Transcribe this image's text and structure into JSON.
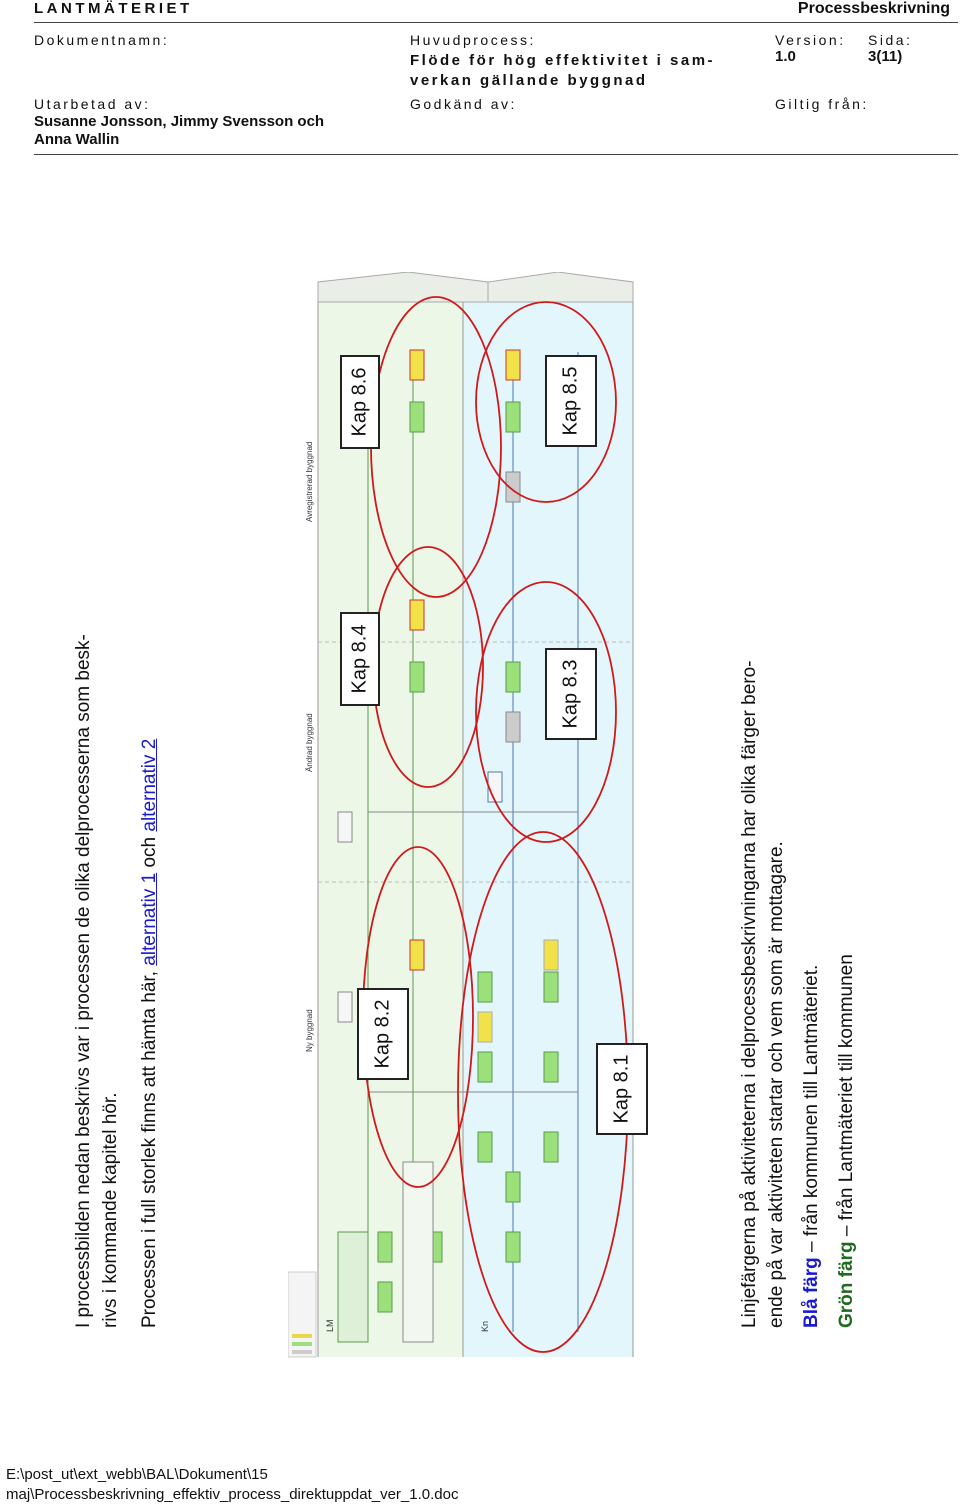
{
  "header": {
    "org": "LANTMÄTERIET",
    "doc_type": "Processbeskrivning",
    "doc_name_label": "Dokumentnamn:",
    "process_label": "Huvudprocess:",
    "process_line1": "Flöde för hög effektivitet i sam-",
    "process_line2": "verkan gällande byggnad",
    "version_label": "Version:",
    "version_value": "1.0",
    "page_label": "Sida:",
    "page_value": "3(11)",
    "prepared_label": "Utarbetad av:",
    "prepared_line1": "Susanne Jonsson, Jimmy Svensson och",
    "prepared_line2": "Anna Wallin",
    "approved_label": "Godkänd av:",
    "valid_label": "Giltig från:"
  },
  "intro": {
    "line1": "I processbilden nedan beskrivs var i processen de olika delprocesserna som besk-",
    "line2": "rivs i kommande kapitel hör.",
    "line3_prefix": "Processen i full storlek finns att hämta här, ",
    "link1": "alternativ 1",
    "line3_mid": " och ",
    "link2": "alternativ 2"
  },
  "diagram": {
    "swimlanes": [
      "Ny byggnad",
      "Ändrad byggnad",
      "Avregistrerad byggnad"
    ],
    "lanes": [
      "LM",
      "Kn"
    ],
    "kap_labels": [
      "Kap 8.1",
      "Kap 8.2",
      "Kap 8.3",
      "Kap 8.4",
      "Kap 8.5",
      "Kap 8.6"
    ]
  },
  "notes": {
    "line1": "Linjefärgerna på aktiviteterna i delprocessbeskrivningarna har olika färger bero-",
    "line2": "ende på var aktiviteten startar och vem som är mottagare.",
    "blue_term": "Blå färg",
    "blue_text": " – från kommunen till Lantmäteriet.",
    "green_term": "Grön färg",
    "green_text": " – från Lantmäteriet till kommunen",
    "blue_color": "#1a1ad0",
    "green_color": "#1e6b1e"
  },
  "footer": {
    "line1": "E:\\post_ut\\ext_webb\\BAL\\Dokument\\15",
    "line2": "maj\\Processbeskrivning_effektiv_process_direktuppdat_ver_1.0.doc"
  }
}
